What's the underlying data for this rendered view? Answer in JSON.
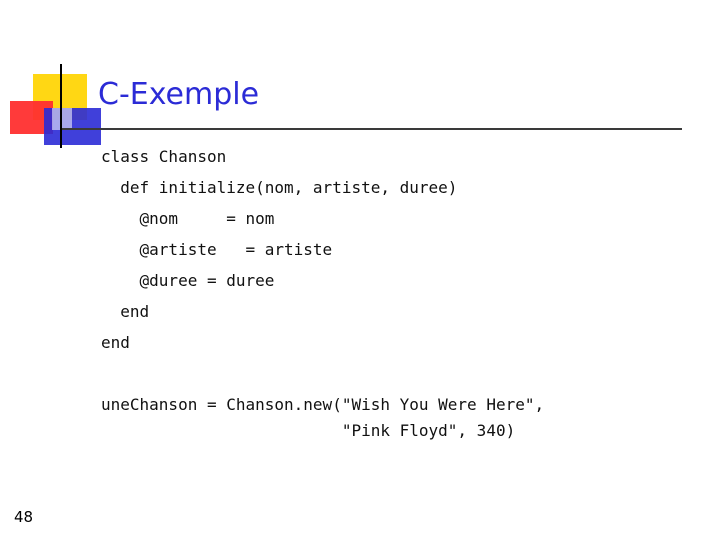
{
  "slide": {
    "title": "C-Exemple",
    "number": "48"
  },
  "code": {
    "lines": [
      "class Chanson",
      "  def initialize(nom, artiste, duree)",
      "    @nom     = nom",
      "    @artiste   = artiste",
      "    @duree = duree",
      "  end",
      "end",
      "uneChanson = Chanson.new(\"Wish You Were Here\",",
      "                         \"Pink Floyd\", 340)"
    ]
  },
  "colors": {
    "title_blue": "#2b2bd6",
    "logo_yellow": "#ffd400",
    "logo_red": "#ff2f2f",
    "logo_blue": "#2b2bd6"
  }
}
